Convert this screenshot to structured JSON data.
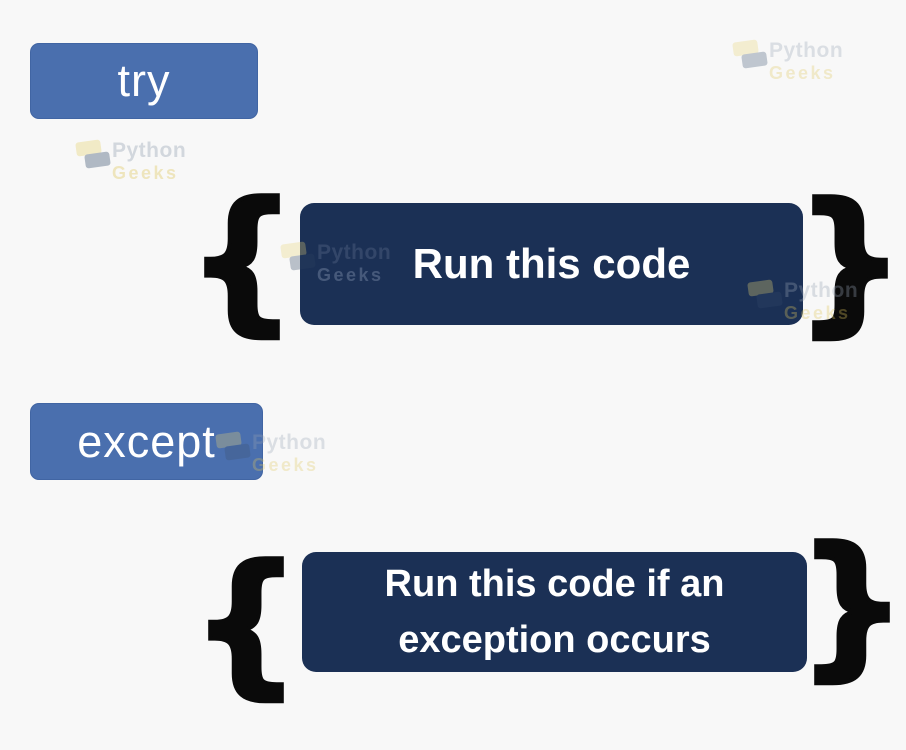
{
  "page": {
    "background": "#f8f8f8"
  },
  "colors": {
    "keyword_button": "#4a6fae",
    "code_box": "#1b3055",
    "brace": "#0a0a0a",
    "label_text": "#ffffff"
  },
  "try_section": {
    "keyword_label": "try",
    "code_label": "Run this code",
    "brace_open": "{",
    "brace_close": "}"
  },
  "except_section": {
    "keyword_label": "except",
    "code_line1": "Run this code if an",
    "code_line2": "exception occurs",
    "brace_open": "{",
    "brace_close": "}"
  },
  "watermark": {
    "brand_top": "Python",
    "brand_bottom": "Geeks"
  }
}
